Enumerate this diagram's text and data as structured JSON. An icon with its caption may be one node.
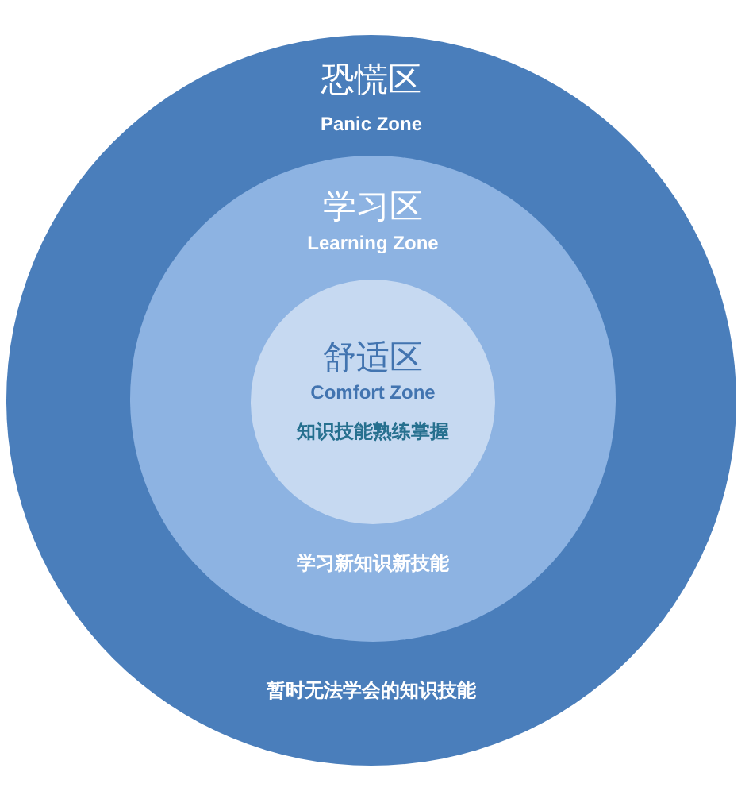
{
  "diagram": {
    "nodes": [
      {
        "text": [
          "恐慌区",
          "Panic Zone",
          "暂时无法学会的知识技能"
        ]
      },
      {
        "text": [
          "学习区",
          "Learning Zone",
          "学习新知识新技能"
        ],
        "in": 0
      },
      {
        "text": [
          "舒适区",
          "Comfort Zone",
          "知识技能熟练掌握"
        ],
        "in": 1
      }
    ]
  }
}
